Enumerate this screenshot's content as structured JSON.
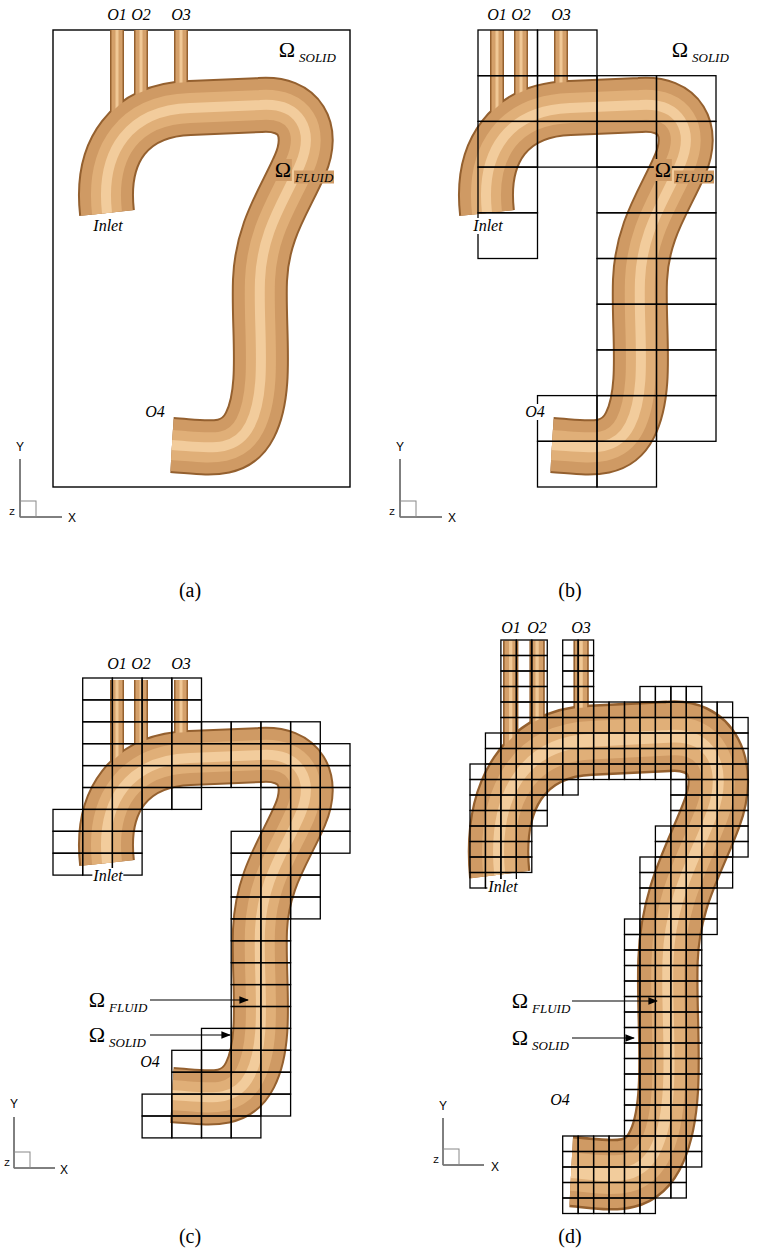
{
  "diagram": {
    "labels": [
      "O1",
      "O2",
      "O3",
      "Ω",
      "SOLID",
      "Ω",
      "FLUID",
      "Inlet",
      "O4",
      "Y",
      "Z",
      "X",
      "(a)",
      "O1",
      "O2",
      "O3",
      "Ω",
      "SOLID",
      "Ω",
      "FLUID",
      "Inlet",
      "O4",
      "Y",
      "Z",
      "X",
      "(b)",
      "O1",
      "O2",
      "O3",
      "Ω",
      "SOLID",
      "Ω",
      "FLUID",
      "Inlet",
      "O4",
      "Y",
      "Z",
      "X",
      "(c)",
      "O1",
      "O2",
      "O3",
      "Ω",
      "SOLID",
      "Ω",
      "FLUID",
      "Inlet",
      "O4",
      "Y",
      "Z",
      "X",
      "(d)"
    ]
  }
}
